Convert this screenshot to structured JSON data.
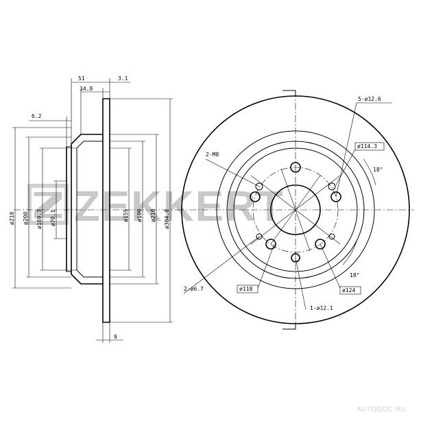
{
  "brand": {
    "name": "ZEKKERT",
    "watermark": "AUTODOC.RU"
  },
  "side_view": {
    "dims": {
      "width_51": "51",
      "width_34_8": "34.8",
      "width_3_1": "3.1",
      "offset_6_2": "6.2",
      "thickness_9": "9",
      "dia_218": "ø218",
      "dia_200": "ø200",
      "dia_169_7": "ø169.7",
      "dia_70_1": "ø70.1",
      "dia_159": "ø159",
      "dia_190": "ø190",
      "dia_210": "ø210",
      "dia_304_8": "ø304.8"
    }
  },
  "front_view": {
    "dims": {
      "bolt_holes": "5-ø12.6",
      "pcd": "ø114.3",
      "angle": "18°",
      "threads": "2-M8",
      "small_holes": "2-ø6.7",
      "dia_118": "ø118",
      "dia_124": "ø124",
      "single_hole": "1-ø12.1",
      "angle_2": "18°"
    }
  }
}
